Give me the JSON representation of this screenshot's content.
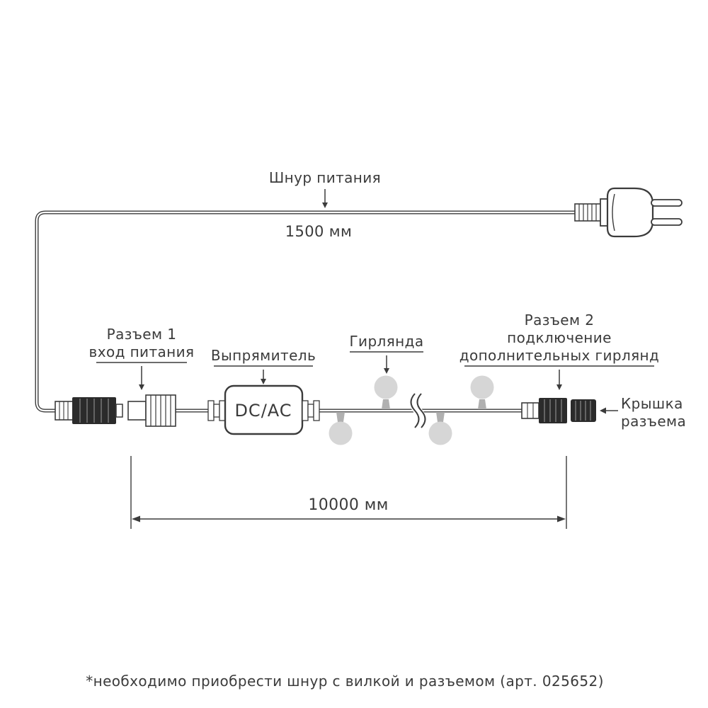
{
  "labels": {
    "power_cord": "Шнур питания",
    "power_cord_length": "1500 мм",
    "connector1_line1": "Разъем 1",
    "connector1_line2": "вход питания",
    "rectifier": "Выпрямитель",
    "rectifier_box": "DC/AC",
    "garland": "Гирлянда",
    "connector2_line1": "Разъем 2",
    "connector2_line2": "подключение",
    "connector2_line3": "дополнительных гирлянд",
    "cap_line1": "Крышка",
    "cap_line2": "разъема",
    "garland_length": "10000 мм",
    "footnote": "*необходимо приобрести шнур с вилкой и разъемом (арт. 025652)"
  },
  "colors": {
    "ink": "#3b3b3b",
    "connector_dark": "#2b2b2b",
    "bulb_fill": "#d6d6d6",
    "bulb_base": "#b0b0b0",
    "background": "#ffffff"
  }
}
